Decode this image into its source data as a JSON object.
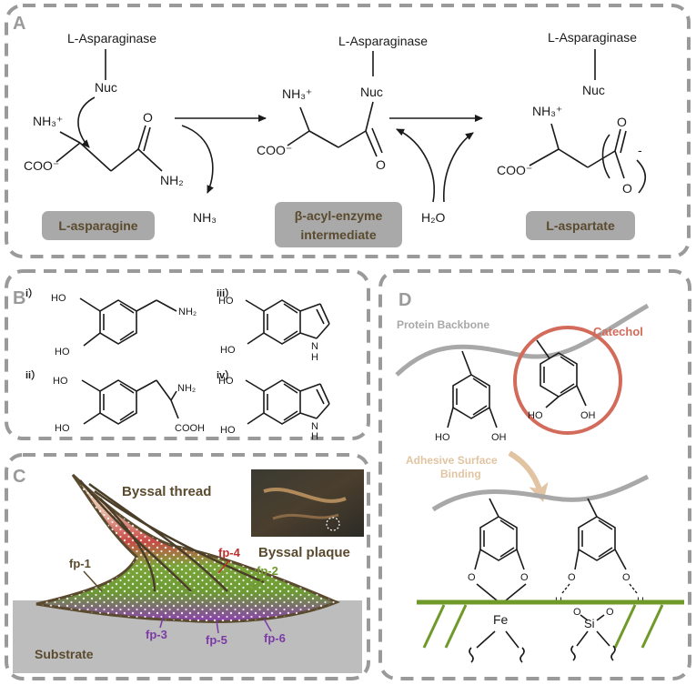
{
  "panelA": {
    "letter": "A",
    "enzyme": "L-Asparaginase",
    "nuc": "Nuc",
    "nh3plus": "NH₃⁺",
    "coo": "COO⁻",
    "o": "O",
    "nh2": "NH₂",
    "nh3": "NH₃",
    "h2o": "H₂O",
    "minus": "-",
    "pill_asparagine": "L-asparagine",
    "pill_intermediate_line1": "β-acyl-enzyme",
    "pill_intermediate_line2": "intermediate",
    "pill_aspartate": "L-aspartate"
  },
  "panelB": {
    "letter": "B",
    "labels": [
      "i）",
      "ii）",
      "iii）",
      "iv）"
    ],
    "ho": "HO",
    "nh2": "NH₂",
    "cooh": "COOH",
    "nh_n": "N",
    "nh_h": "H"
  },
  "panelC": {
    "letter": "C",
    "byssal_thread": "Byssal thread",
    "byssal_plaque": "Byssal plaque",
    "substrate": "Substrate",
    "proteins": [
      "fp-1",
      "fp-2",
      "fp-3",
      "fp-4",
      "fp-5",
      "fp-6"
    ],
    "colors": {
      "fp1": "#5a4a2e",
      "fp2": "#6f9a2a",
      "fp3": "#7b3aa6",
      "fp4": "#c0302c",
      "fp5": "#7b3aa6",
      "fp6": "#7b3aa6"
    }
  },
  "panelD": {
    "letter": "D",
    "protein_backbone": "Protein Backbone",
    "catechol": "Catechol",
    "adhesive_line1": "Adhesive Surface",
    "adhesive_line2": "Binding",
    "ho": "HO",
    "oh": "OH",
    "o": "O",
    "h": "H",
    "fe": "Fe",
    "si": "Si",
    "colors": {
      "catechol": "#d36b5a",
      "adhesive": "#e2c4a2",
      "surface": "#6f9a2a",
      "backbone": "#a8a8a8"
    }
  }
}
